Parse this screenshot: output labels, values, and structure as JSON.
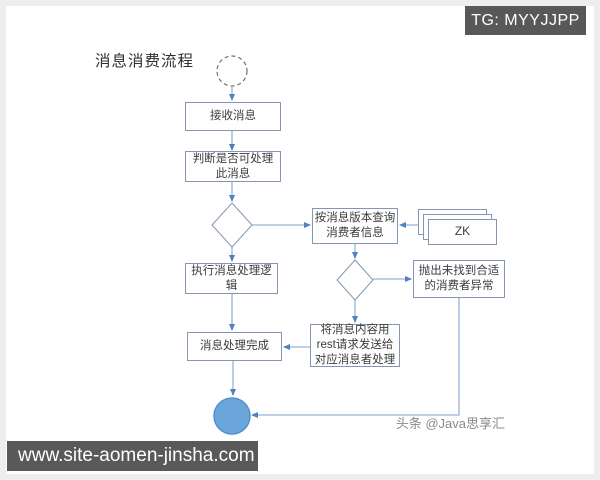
{
  "header": {
    "tg_badge": "TG: MYYJJPP"
  },
  "flowchart": {
    "title": "消息消费流程",
    "nodes": {
      "receive": {
        "label": "接收消息"
      },
      "judge": {
        "label": "判断是否可处理\n此消息"
      },
      "query": {
        "label": "按消息版本查询\n消费者信息"
      },
      "zk": {
        "label": "ZK"
      },
      "execute": {
        "label": "执行消息处理逻\n辑"
      },
      "exception": {
        "label": "抛出未找到合适\n的消费者异常"
      },
      "rest": {
        "label": "将消息内容用\nrest请求发送给\n对应消息者处理"
      },
      "complete": {
        "label": "消息处理完成"
      }
    },
    "colors": {
      "connector": "#98b4d6",
      "arrowhead": "#4e81be",
      "node_border": "#8496b0",
      "start_circle_stroke": "#707070",
      "end_circle_fill": "#6ba6db",
      "end_circle_stroke": "#5590ca",
      "watermark_bg": "#58585a",
      "text": "#3c3c3c"
    }
  },
  "footer": {
    "site_url": "www.site-aomen-jinsha.com",
    "attribution": "头条 @Java思享汇"
  }
}
